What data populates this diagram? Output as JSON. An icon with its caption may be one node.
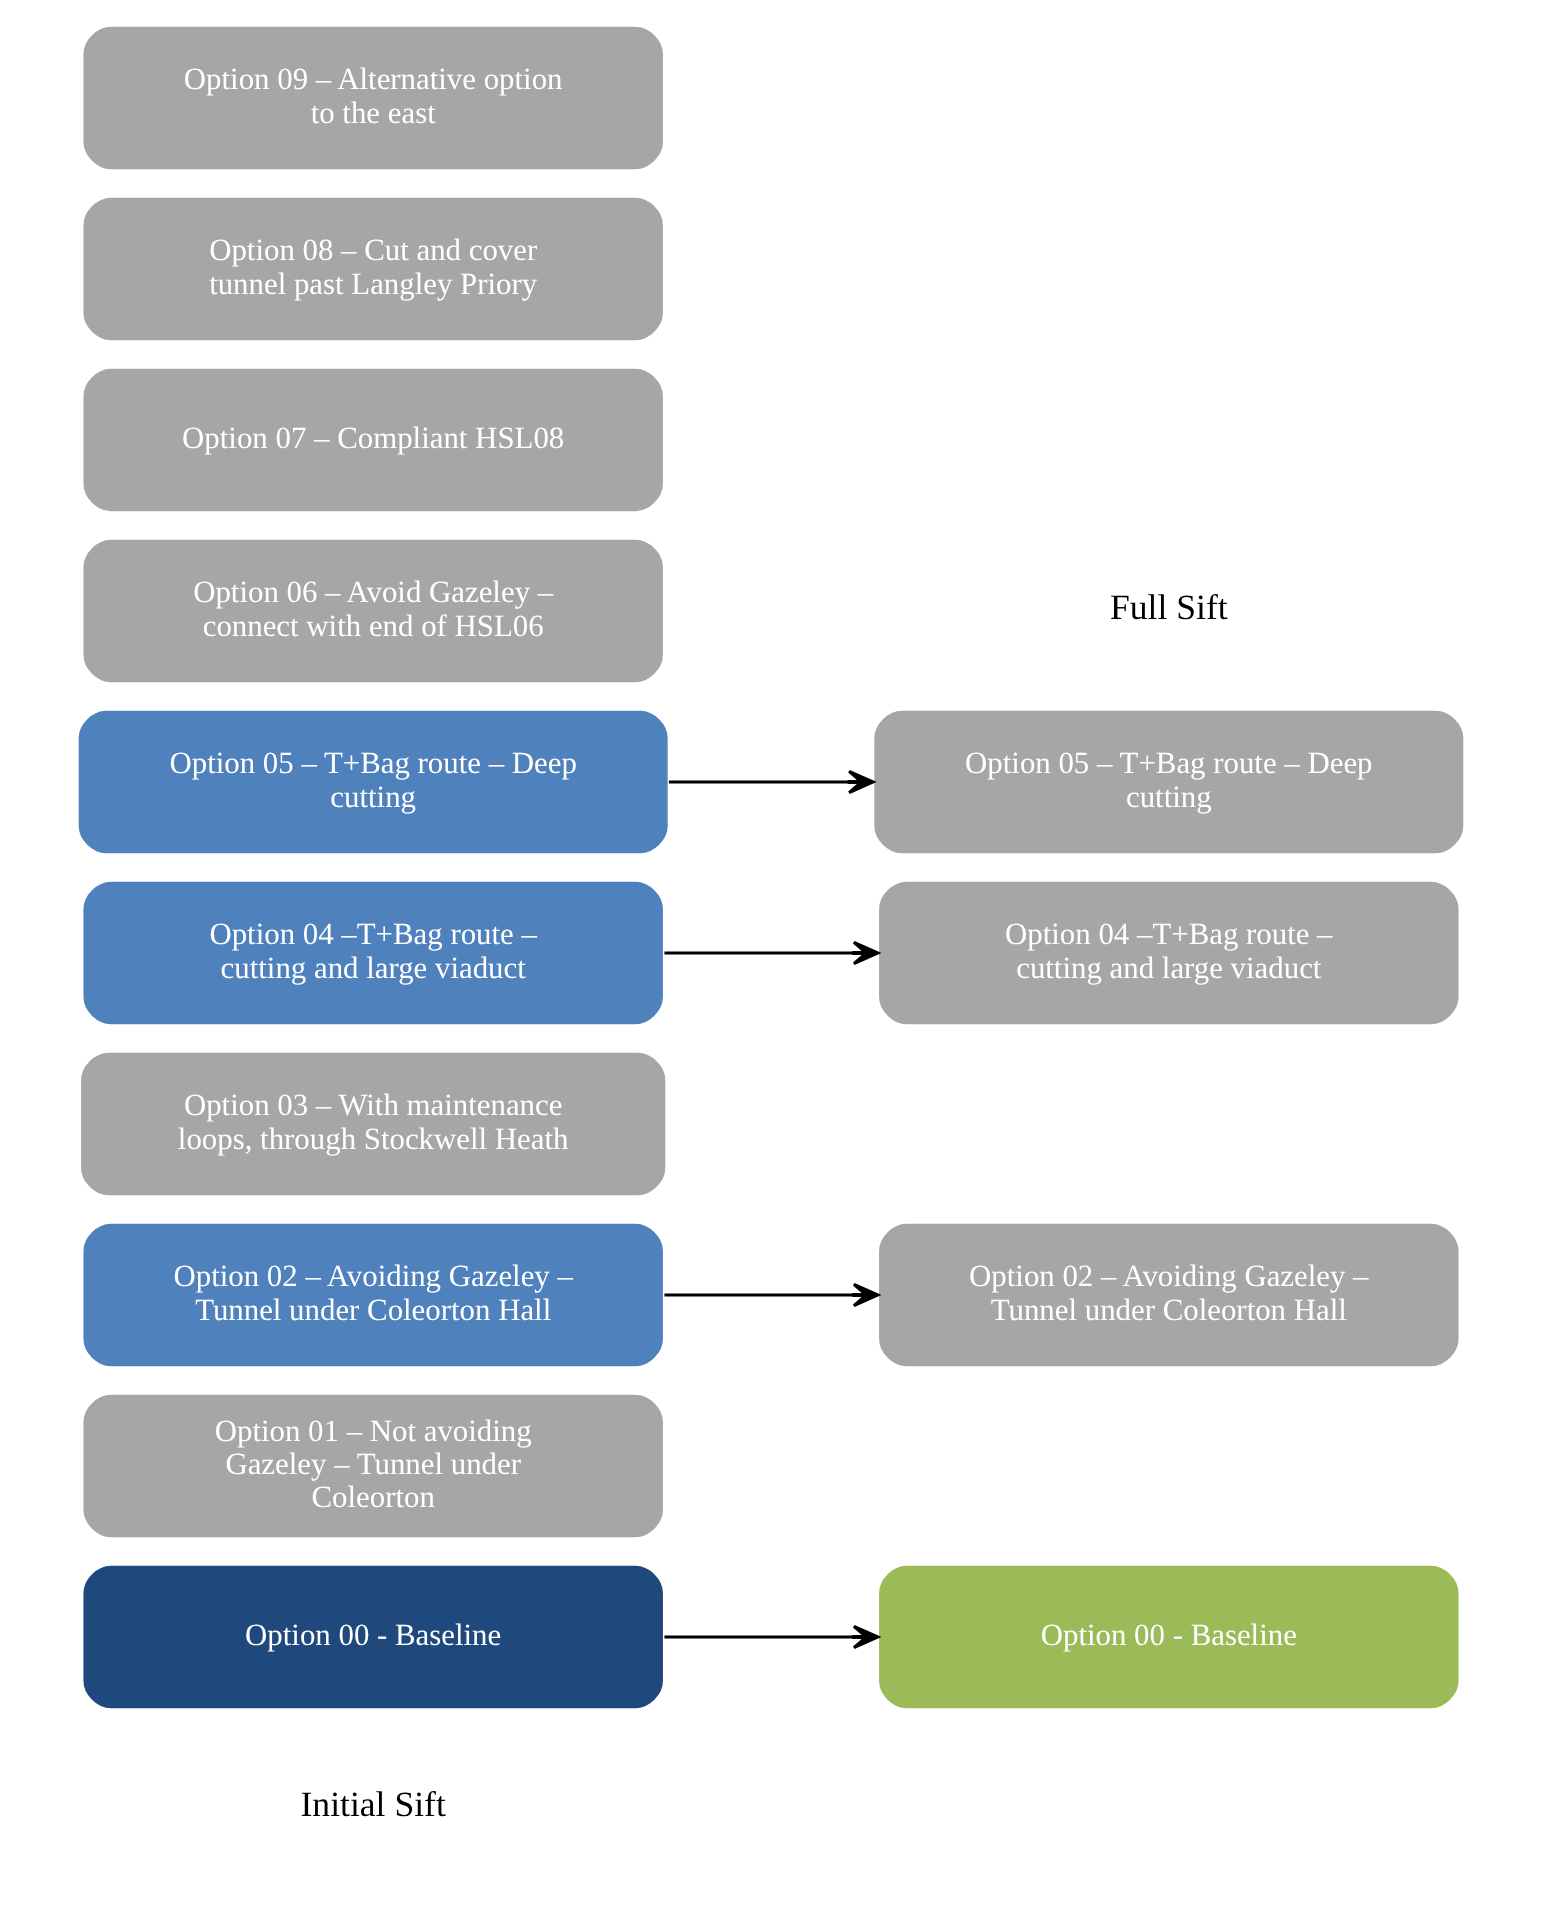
{
  "diagram": {
    "nodes": [
      {
        "text": [
          "Option 00 - Baseline"
        ]
      },
      {
        "text": [
          "Option 01 – Not avoiding Gazeley – Tunnel under Coleorton"
        ]
      },
      {
        "text": [
          "Option 02 – Avoiding Gazeley – Tunnel under Coleorton Hall"
        ]
      },
      {
        "text": [
          "Option 03 – With maintenance loops, through Stockwell Heath"
        ]
      },
      {
        "text": [
          "Option 04 –T+Bag route – cutting and large viaduct"
        ]
      },
      {
        "text": [
          "Option 05 – T+Bag route – Deep cutting"
        ]
      },
      {
        "text": [
          "Option 06 – Avoid Gazeley – connect with end of HSL06"
        ]
      },
      {
        "text": [
          "Option 07 – Compliant HSL08"
        ]
      },
      {
        "text": [
          "Option 08 – Cut and cover tunnel past Langley Priory"
        ]
      },
      {
        "text": [
          "Option 09 – Alternative option to the east"
        ]
      },
      {
        "text": [
          "Option 00 - Baseline"
        ]
      },
      {
        "text": [
          "Option 02 – Avoiding Gazeley – Tunnel under Coleorton Hall"
        ]
      },
      {
        "text": [
          "Option 04 –T+Bag route – cutting and large viaduct"
        ]
      },
      {
        "text": [
          "Option 05 – T+Bag route – Deep cutting"
        ]
      }
    ],
    "edges": [
      {
        "from": 0,
        "to": 10,
        "arrow": "to"
      },
      {
        "from": 2,
        "to": 11,
        "arrow": "to"
      },
      {
        "from": 4,
        "to": 12,
        "arrow": "to"
      },
      {
        "from": 5,
        "to": 13,
        "arrow": "to"
      }
    ],
    "labels": [
      "Initial Sift",
      "Full Sift"
    ]
  }
}
